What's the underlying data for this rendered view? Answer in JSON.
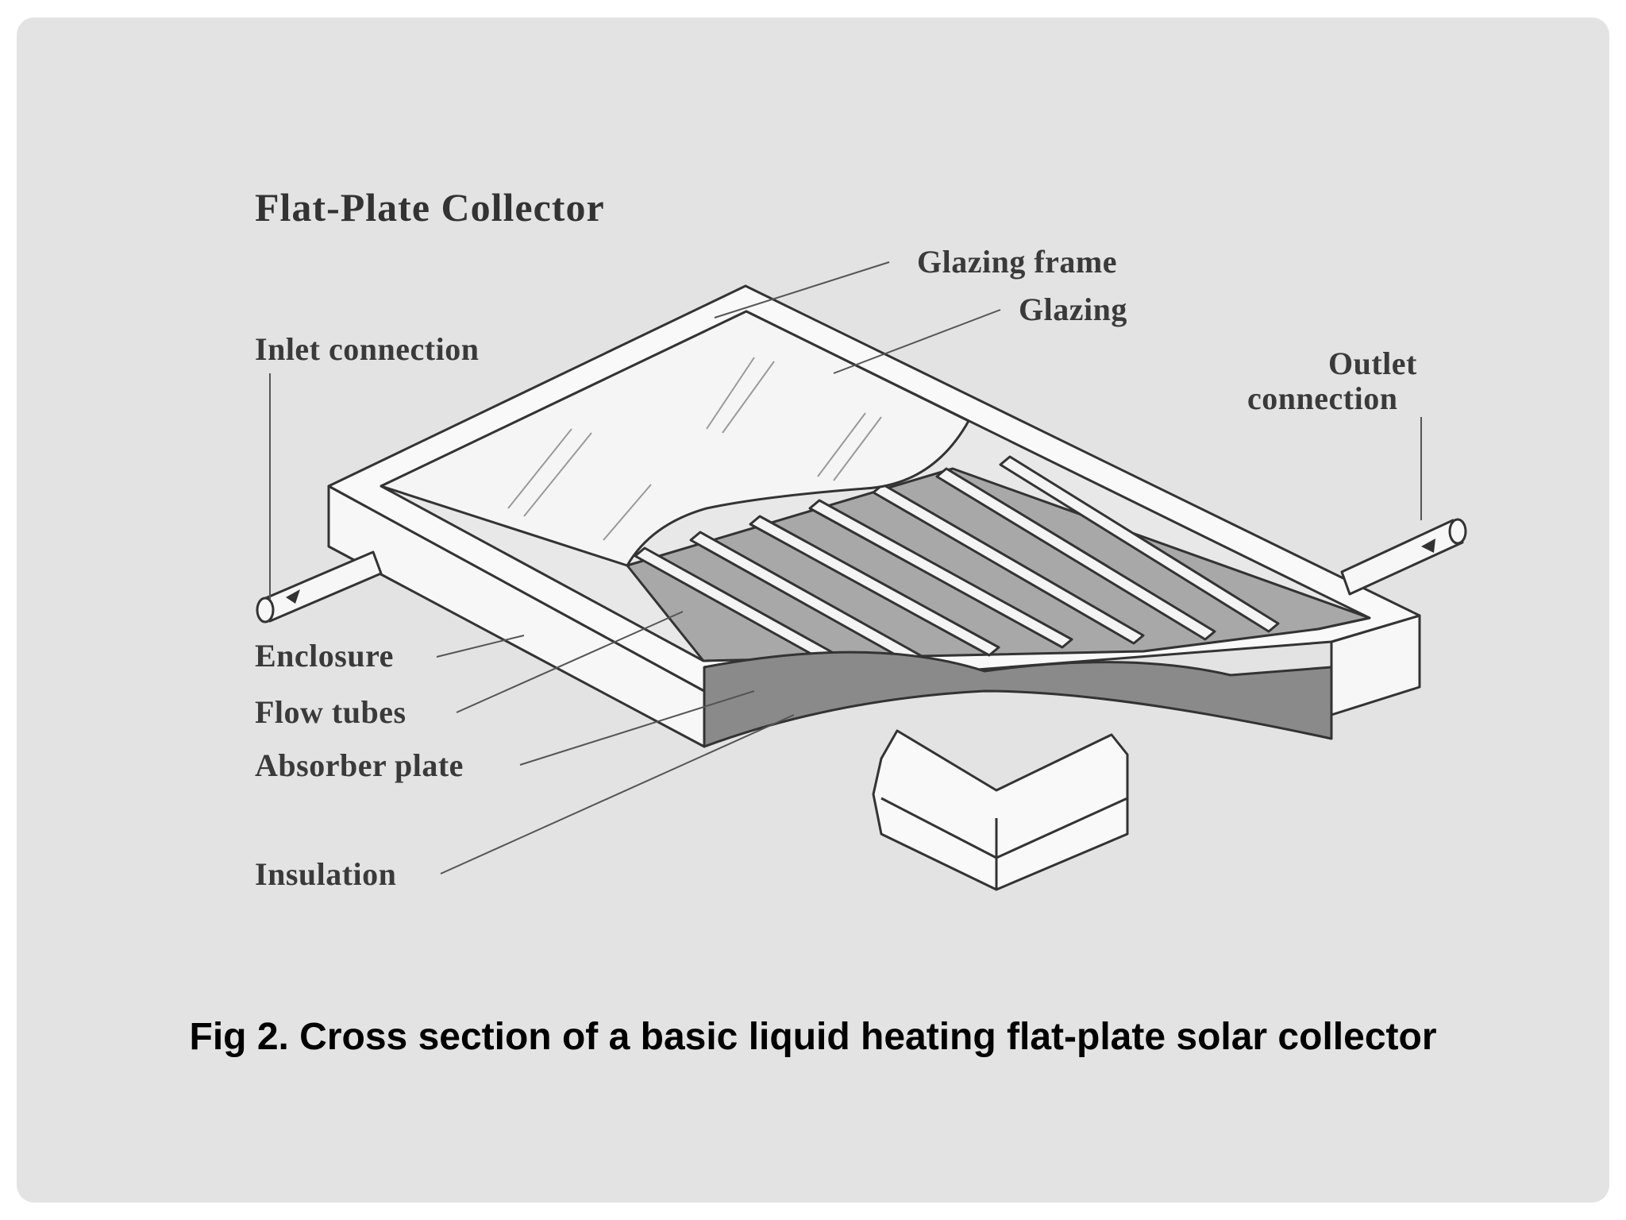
{
  "diagram": {
    "title": "Flat-Plate Collector",
    "labels": {
      "glazing_frame": "Glazing frame",
      "glazing": "Glazing",
      "inlet_connection": "Inlet connection",
      "outlet_connection_line1": "Outlet",
      "outlet_connection_line2": "connection",
      "enclosure": "Enclosure",
      "flow_tubes": "Flow tubes",
      "absorber_plate": "Absorber plate",
      "insulation": "Insulation"
    }
  },
  "caption": "Fig 2. Cross section of a basic liquid heating flat-plate solar collector",
  "colors": {
    "background": "#e3e3e3",
    "line": "#333333",
    "absorber": "#a8a8a8",
    "insulation": "#8a8a8a"
  }
}
